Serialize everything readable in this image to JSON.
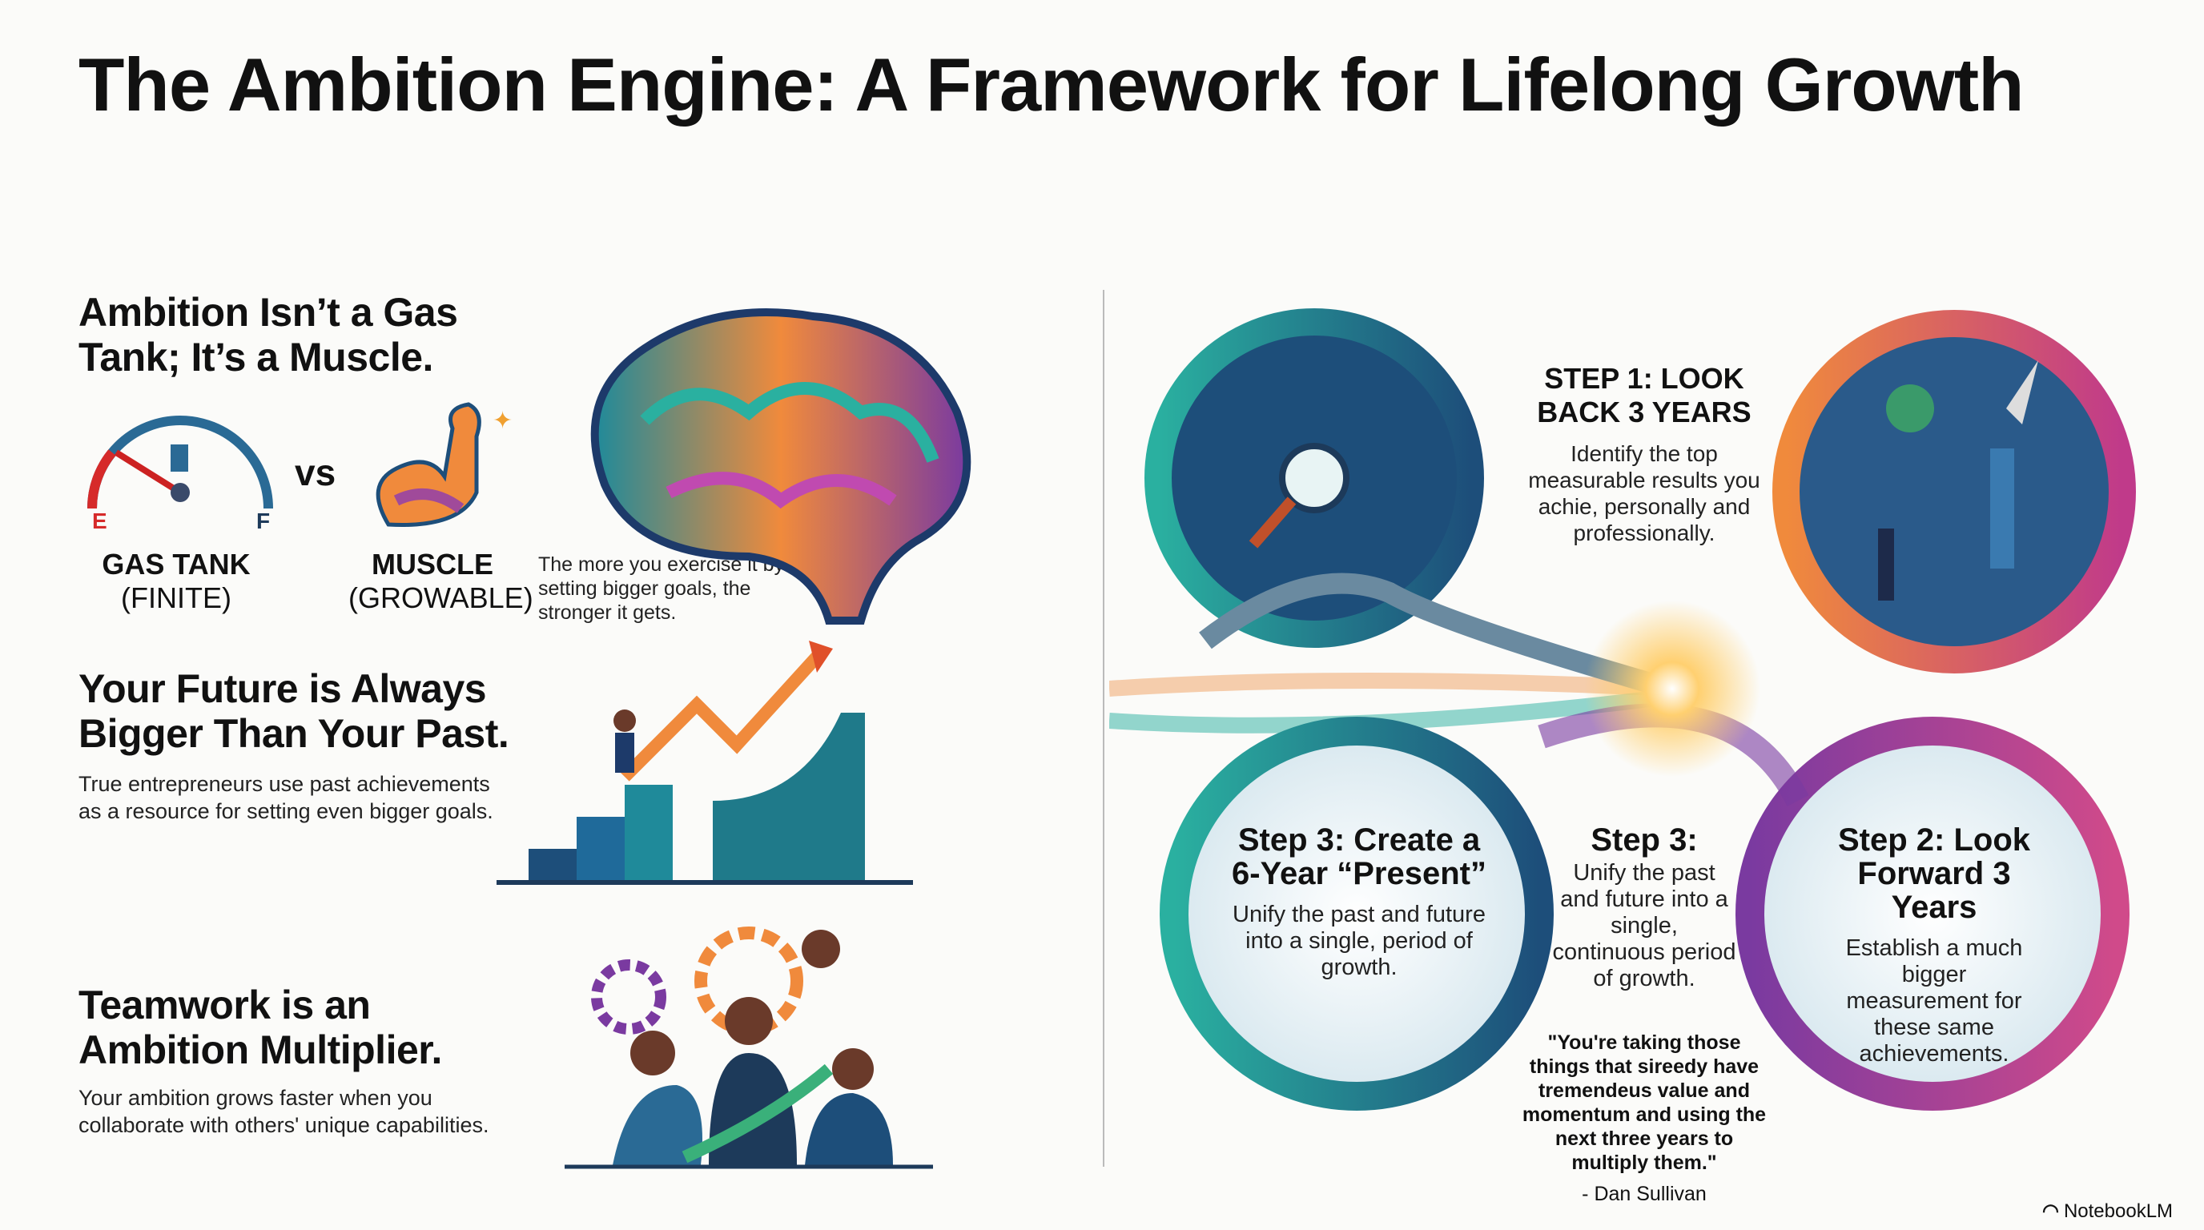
{
  "title": "The Ambition Engine: A Framework for Lifelong Growth",
  "left": {
    "section1": {
      "heading": "Ambition Isn’t a Gas Tank; It’s a Muscle.",
      "gauge_e": "E",
      "gauge_f": "F",
      "vs": "vs",
      "gas_label": "GAS TANK",
      "gas_sub": "(FINITE)",
      "muscle_label": "MUSCLE",
      "muscle_sub": "(GROWABLE)",
      "caption": "The more you exercise it by setting bigger goals, the stronger it gets."
    },
    "section2": {
      "heading": "Your Future is Always Bigger Than Your Past.",
      "body": "True entrepreneurs use past achievements as a resource for setting even bigger goals."
    },
    "section3": {
      "heading": "Teamwork is an Ambition Multiplier.",
      "body": "Your ambition grows faster when you collaborate with others' unique capabilities."
    }
  },
  "steps": {
    "step1": {
      "title": "STEP 1: LOOK BACK 3 YEARS",
      "desc": "Identify the top measurable results you achie, personally and professionally."
    },
    "step3_left": {
      "title": "Step 3: Create a 6-Year “Present”",
      "desc": "Unify the past and future into a single, period of growth."
    },
    "step3_mid": {
      "title": "Step 3:",
      "desc": "Unify the past and future into a single, continuous period of growth.",
      "quote": "\"You're taking those things that sireedy have tremendeus value and momentum and using the next three years to multiply them.\"",
      "attribution": "- Dan Sullivan"
    },
    "step2": {
      "title": "Step 2: Look Forward 3 Years",
      "desc": "Establish a much bigger measurement for these same achievements."
    }
  },
  "footer": {
    "brand": "NotebookLM"
  },
  "colors": {
    "teal": "#1f8a9a",
    "navy": "#1d4e7a",
    "purple": "#7a3aa0",
    "orange": "#f08a3c",
    "red": "#d62a2a"
  }
}
